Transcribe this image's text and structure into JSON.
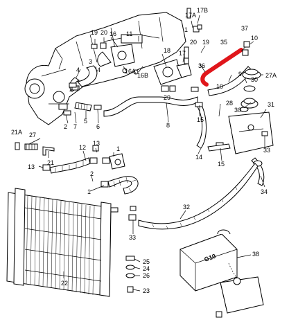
{
  "highlight_color": "#e0161b",
  "callouts": {
    "c1": "1",
    "c2a": "2",
    "c2b": "2",
    "c3": "3",
    "c4a": "4",
    "c4b": "4",
    "c5": "5",
    "c6": "6",
    "c7": "7",
    "c8": "8",
    "c9": "9",
    "c10a": "10",
    "c10b": "10",
    "c11": "11",
    "c12": "12",
    "c13a": "13",
    "c13b": "13",
    "c14": "14",
    "c15a": "15",
    "c15b": "15",
    "c16": "16",
    "c16a": "16A",
    "c16b": "16B",
    "c17": "17",
    "c17a": "17A",
    "c17b": "17B",
    "c18": "18",
    "c19a": "19",
    "c19b": "19",
    "c20a": "20",
    "c20b": "20",
    "c21": "21",
    "c21a": "21A",
    "c22": "22",
    "c23": "23",
    "c24": "24",
    "c25": "25",
    "c26": "26",
    "c27": "27",
    "c27a": "27A",
    "c28": "28",
    "c29": "29",
    "c30a": "30",
    "c30b": "30",
    "c31": "31",
    "c32": "32",
    "c33a": "33",
    "c33b": "33",
    "c34": "34",
    "c35": "35",
    "c36": "36",
    "c37": "37",
    "c38": "38"
  },
  "canister_text": "G10"
}
